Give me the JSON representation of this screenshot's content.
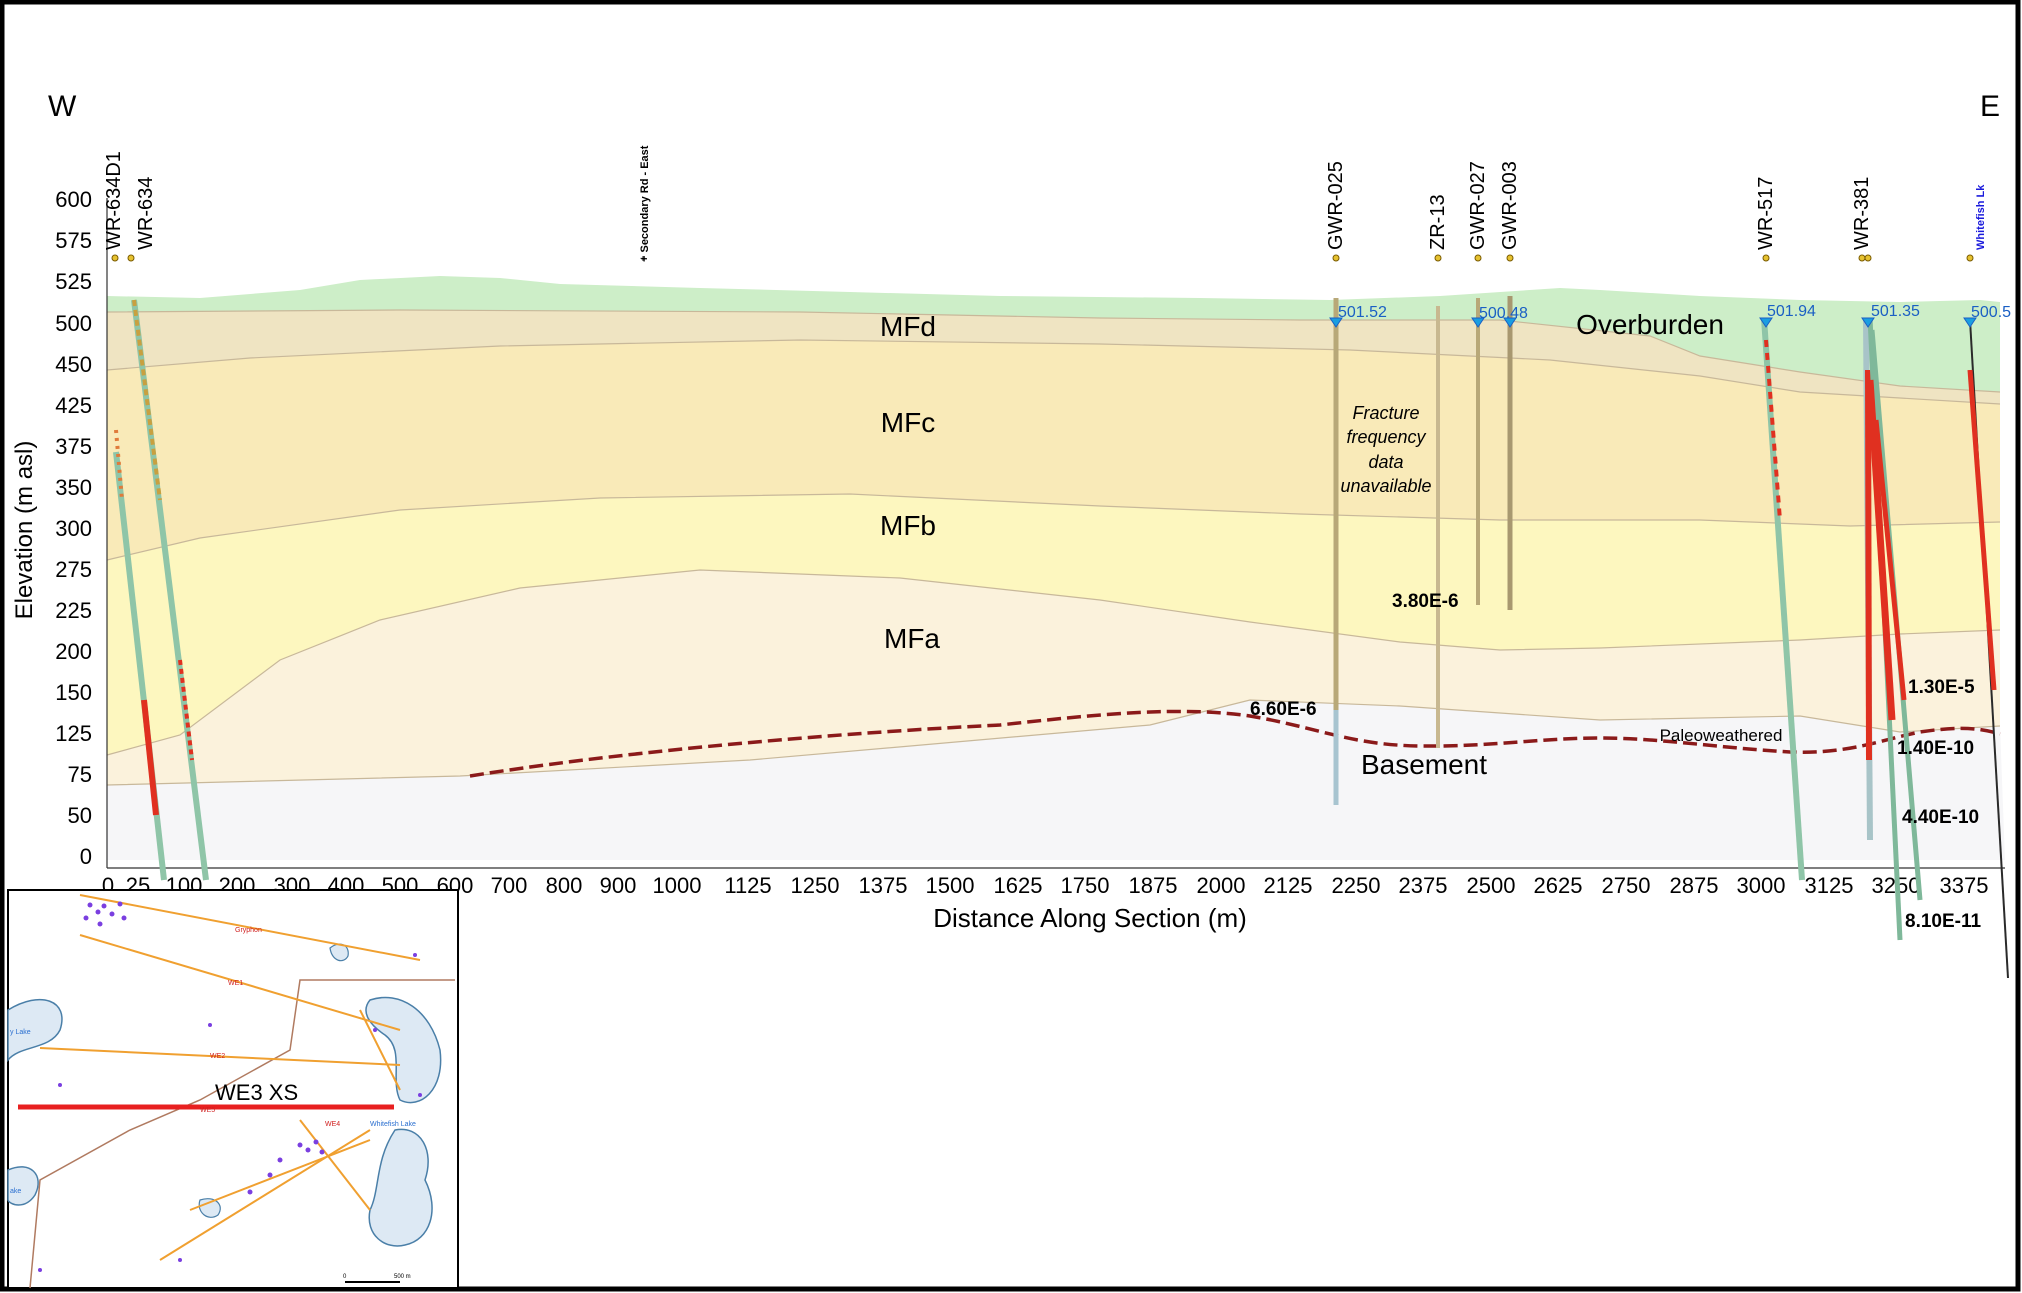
{
  "header": {
    "west": "W",
    "east": "E"
  },
  "axes": {
    "ylabel": "Elevation (m asl)",
    "xlabel": "Distance  Along Section (m)",
    "y_ticks": [
      "600",
      "575",
      "525",
      "500",
      "450",
      "425",
      "375",
      "350",
      "300",
      "275",
      "225",
      "200",
      "150",
      "125",
      "75",
      "50",
      "0"
    ],
    "x_ticks": [
      "0",
      "25",
      "100",
      "200",
      "300",
      "400",
      "500",
      "600",
      "700",
      "800",
      "900",
      "1000",
      "1125",
      "1250",
      "1375",
      "1500",
      "1625",
      "1750",
      "1875",
      "2000",
      "2125",
      "2250",
      "2375",
      "2500",
      "2625",
      "2750",
      "2875",
      "3000",
      "3125",
      "3250",
      "3375"
    ]
  },
  "wells": [
    {
      "id": "WR-634D1",
      "color": "#e6a817"
    },
    {
      "id": "WR-634",
      "color": "#e6a817"
    },
    {
      "id": "+ Secondary Rd - East",
      "color": "#000000"
    },
    {
      "id": "GWR-025",
      "color": "#e6a817"
    },
    {
      "id": "ZR-13",
      "color": "#e6a817"
    },
    {
      "id": "GWR-027",
      "color": "#e6a817"
    },
    {
      "id": "GWR-003",
      "color": "#e6a817"
    },
    {
      "id": "WR-517",
      "color": "#e6a817"
    },
    {
      "id": "WR-381",
      "color": "#e6a817"
    },
    {
      "id": "Whitefish Lk",
      "color": "#1a1adc"
    }
  ],
  "water_levels": [
    "501.52",
    "500.48",
    "501.94",
    "501.35",
    "500.5"
  ],
  "units": {
    "overburden": "Overburden",
    "mfd": "MFd",
    "mfc": "MFc",
    "mfb": "MFb",
    "mfa": "MFa",
    "basement": "Basement",
    "paleoweathered": "Paleoweathered"
  },
  "notes": {
    "fracture": [
      "Fracture",
      "frequency",
      "data",
      "unavailable"
    ]
  },
  "k_values": [
    "3.80E-6",
    "6.60E-6",
    "1.30E-5",
    "1.40E-10",
    "4.40E-10",
    "8.10E-11"
  ],
  "inset": {
    "section_label": "WE3 XS",
    "line_labels": [
      "Gryphon",
      "WE1",
      "WE2",
      "WE4",
      "WE5"
    ],
    "place_labels": [
      "Whitefish Lake",
      "y Lake",
      "ake"
    ],
    "scale": [
      "0",
      "500 m"
    ]
  },
  "colors": {
    "overburden": "#cdeec8",
    "mfd": "#efe4c2",
    "mfc": "#f9eab8",
    "mfb": "#fdf7bf",
    "mfa": "#fbf2dc",
    "basement": "#f6f6f8",
    "unconformity": "#8b1a1a",
    "water_level": "#1a5fc4",
    "high_k": "#e03020",
    "low_k": "#7fb89a"
  }
}
